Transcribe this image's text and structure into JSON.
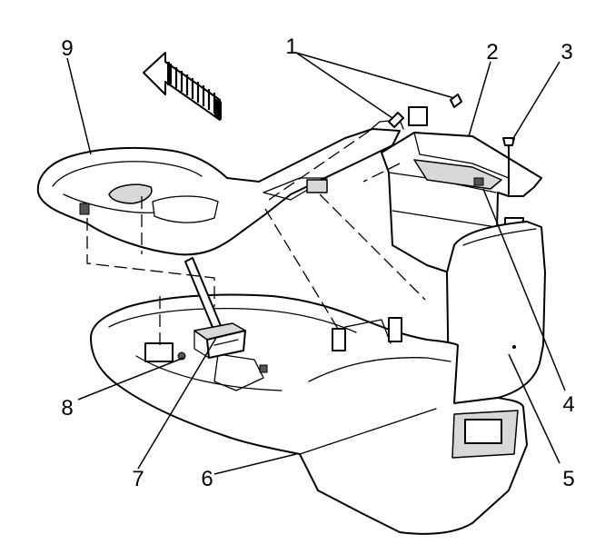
{
  "callouts": {
    "c1": "1",
    "c2": "2",
    "c3": "3",
    "c4": "4",
    "c5": "5",
    "c6": "6",
    "c7": "7",
    "c8": "8",
    "c9": "9"
  },
  "icons": {
    "direction_arrow": "front-direction-arrow-icon"
  }
}
